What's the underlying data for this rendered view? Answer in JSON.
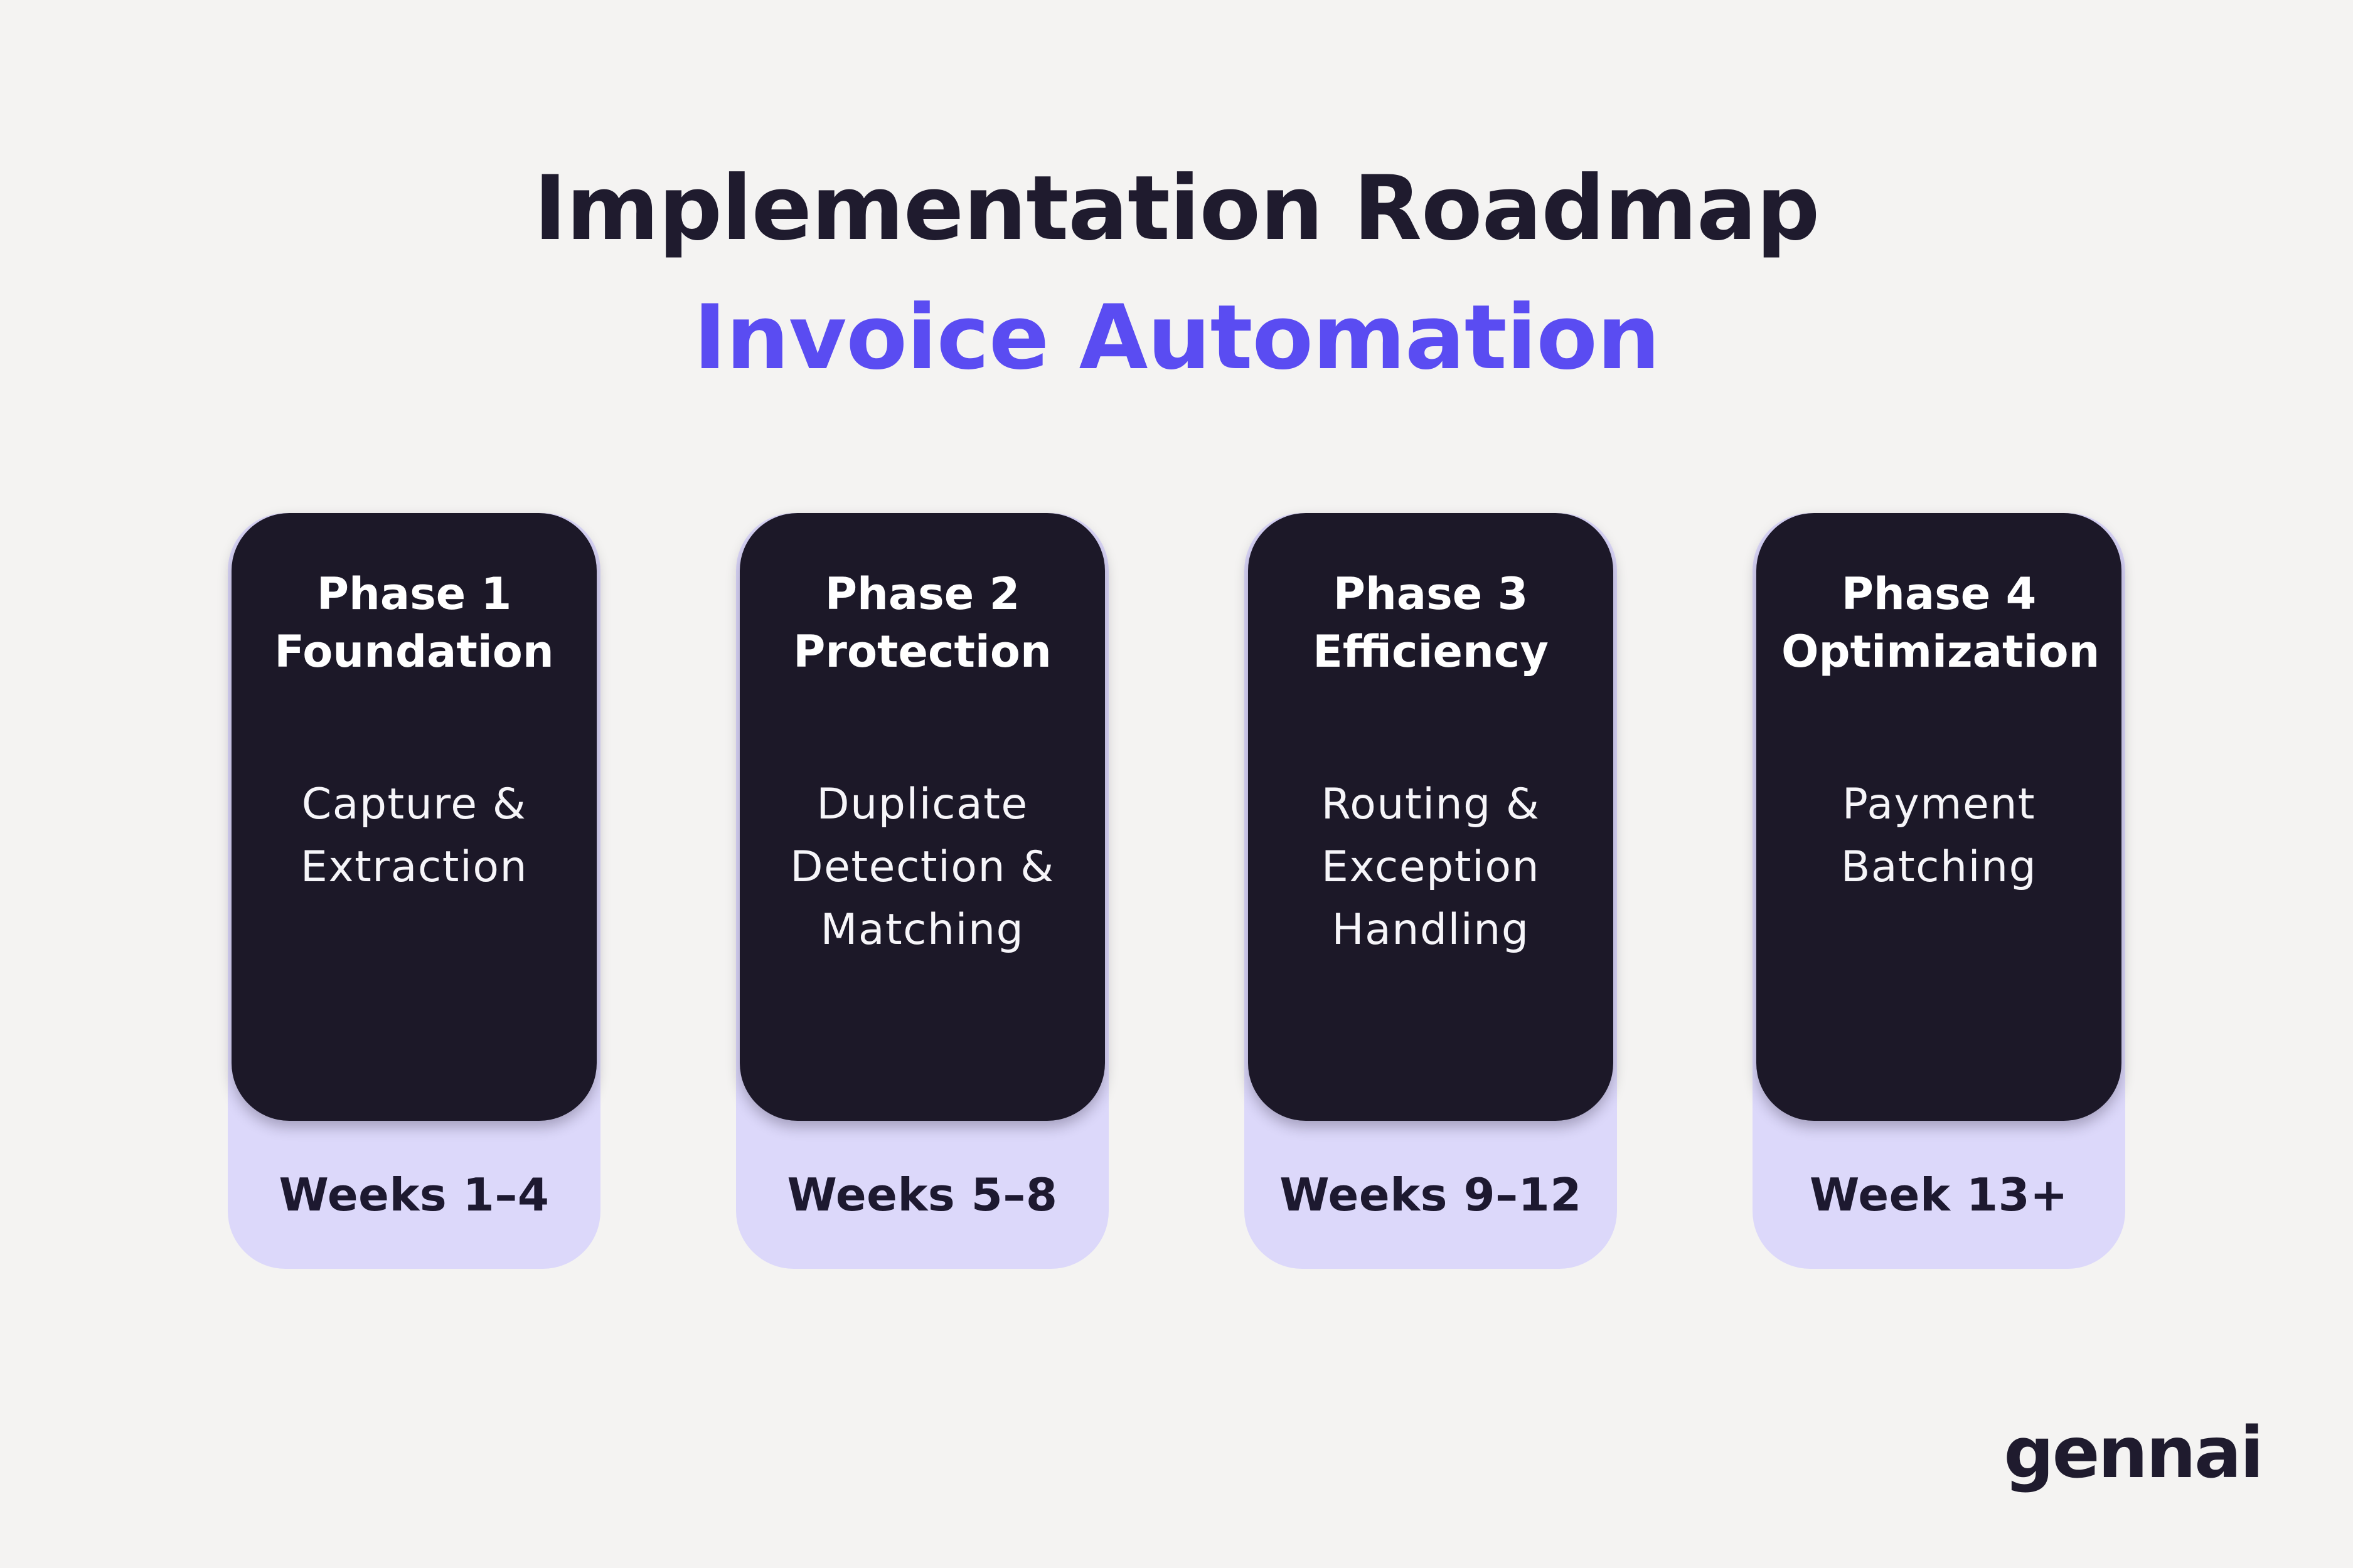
{
  "header": {
    "title": "Implementation Roadmap",
    "subtitle": "Invoice Automation"
  },
  "cards": [
    {
      "phase": "Phase 1",
      "name": "Foundation",
      "description": "Capture &\nExtraction",
      "weeks": "Weeks 1–4"
    },
    {
      "phase": "Phase 2",
      "name": "Protection",
      "description": "Duplicate\nDetection &\nMatching",
      "weeks": "Weeks 5–8"
    },
    {
      "phase": "Phase 3",
      "name": "Efficiency",
      "description": "Routing &\nException\nHandling",
      "weeks": "Weeks 9–12"
    },
    {
      "phase": "Phase 4",
      "name": "Optimization",
      "description": "Payment\nBatching",
      "weeks": "Week 13+"
    }
  ],
  "footer": {
    "logo": "gennai"
  },
  "colors": {
    "background": "#f4f3f2",
    "title": "#1f1b2e",
    "accent": "#5a4cf2",
    "card_dark": "#1c1828",
    "card_light": "#dcd8fa",
    "card_heading_text": "#ffffff",
    "card_body_text": "#f6f5f9",
    "week_text": "#1d1930"
  }
}
